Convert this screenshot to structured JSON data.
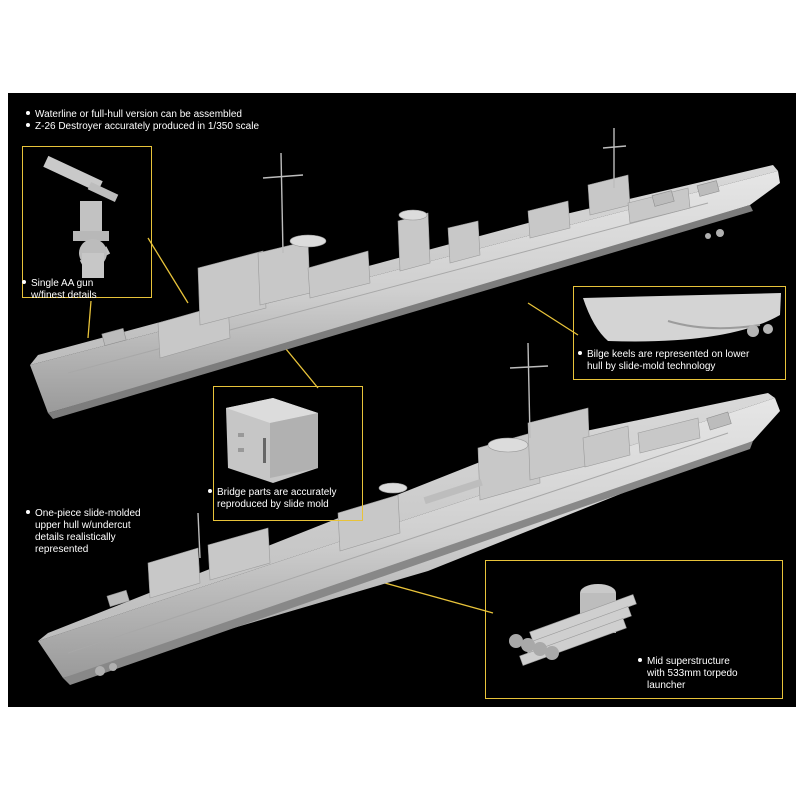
{
  "features": [
    "Waterline or full-hull version can be assembled",
    "Z-26 Destroyer accurately produced in 1/350 scale"
  ],
  "callouts": {
    "aa_gun": [
      "Single AA gun",
      "w/finest details"
    ],
    "bilge": [
      "Bilge keels are represented on lower",
      "hull by slide-mold technology"
    ],
    "bridge": [
      "Bridge parts are accurately",
      "reproduced by slide mold"
    ],
    "upper_hull": [
      "One-piece slide-molded",
      "upper hull w/undercut",
      "details realistically",
      "represented"
    ],
    "torpedo": [
      "Mid superstructure",
      "with 533mm torpedo",
      "launcher"
    ]
  },
  "colors": {
    "background": "#000000",
    "callout_border": "#e8c33a",
    "hull": "#cfcfcf",
    "text": "#ffffff"
  }
}
